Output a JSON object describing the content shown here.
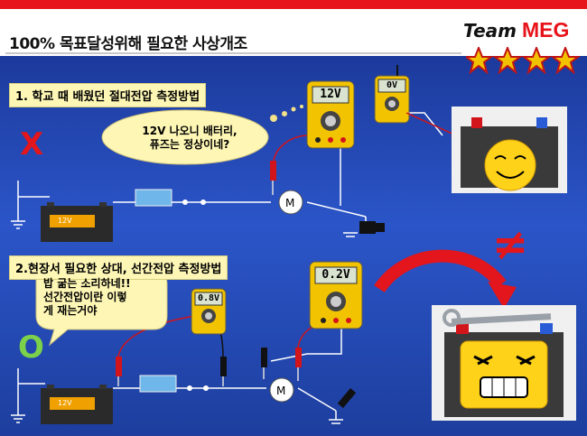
{
  "header": {
    "title": "100% 목표달성위해 필요한 사상개조",
    "logo_team": "Team",
    "logo_meg": "MEG"
  },
  "section1": {
    "label": "1. 학교 때 배웠던 절대전압 측정방법",
    "mark": "X",
    "bubble_line1": "12V 나오니 배터리,",
    "bubble_line2": "퓨즈는 정상이네?",
    "meter_main": "12V",
    "meter_small": "0V",
    "battery_label": "12V",
    "motor_label": "M"
  },
  "section2": {
    "label": "2.현장서 필요한 상대, 선간전압 측정방법",
    "mark": "O",
    "bubble_line1": "밥 굶는 소리하네!!",
    "bubble_line2": "선간전압이란 이렇",
    "bubble_line3": "게 재는거야",
    "meter_main": "0.2V",
    "meter_small": "0.8V",
    "battery_label": "12V",
    "motor_label": "M"
  },
  "middle": {
    "neq": "≠"
  },
  "colors": {
    "accent_red": "#e8141b",
    "bg_blue": "#2b55c8",
    "label_bg": "#fdf6b5",
    "meter_yellow": "#f2c300"
  },
  "icons": [
    "star-icon",
    "multimeter-icon",
    "battery-icon",
    "fuse-icon",
    "motor-icon",
    "ground-icon",
    "happy-face-icon",
    "angry-face-icon",
    "wrench-icon",
    "curved-arrow-icon"
  ]
}
